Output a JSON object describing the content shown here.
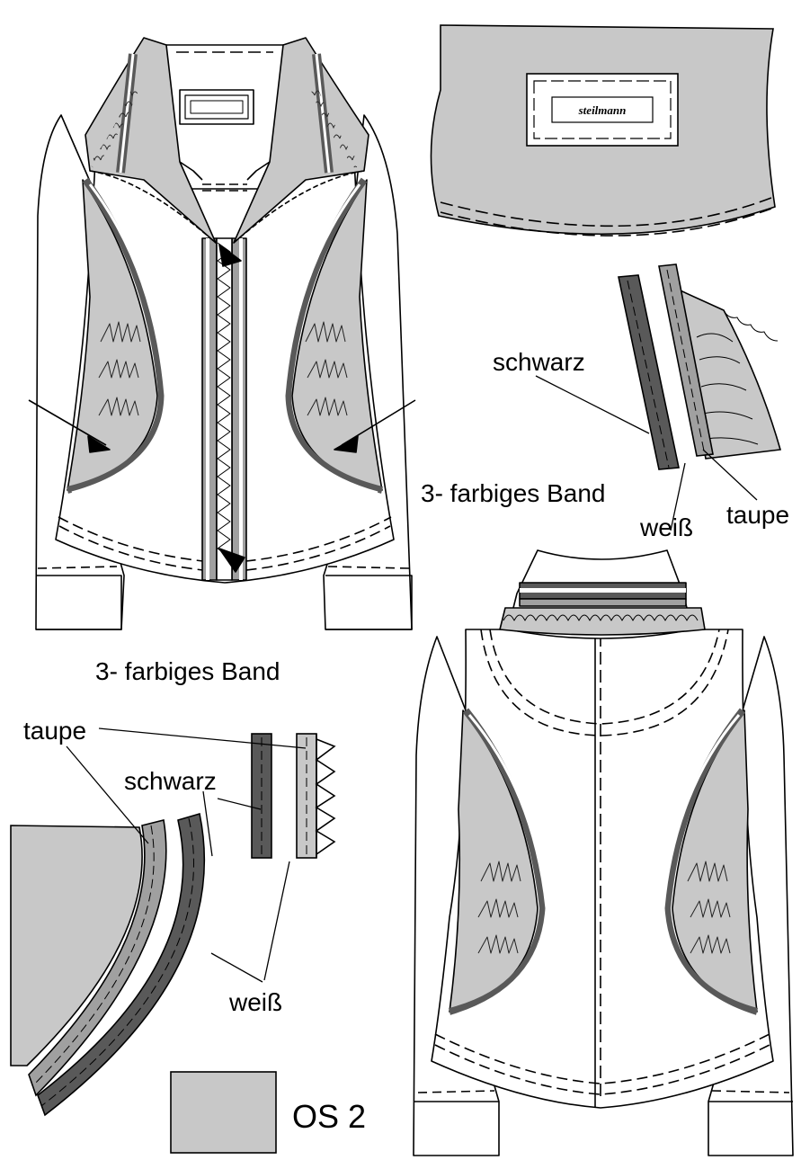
{
  "labels": {
    "band_top_right": "3- farbiges Band",
    "band_left": "3- farbiges Band",
    "schwarz_top": "schwarz",
    "weiss_top": "weiß",
    "taupe_top": "taupe",
    "taupe_bottom": "taupe",
    "schwarz_bottom": "schwarz",
    "weiss_bottom": "weiß",
    "swatch_code": "OS 2"
  },
  "brand_label": "steilmann",
  "colors": {
    "fabric_grey": "#c8c8c8",
    "taupe": "#a0a0a0",
    "schwarz": "#595959",
    "weiss": "#ffffff",
    "outline": "#000000"
  }
}
